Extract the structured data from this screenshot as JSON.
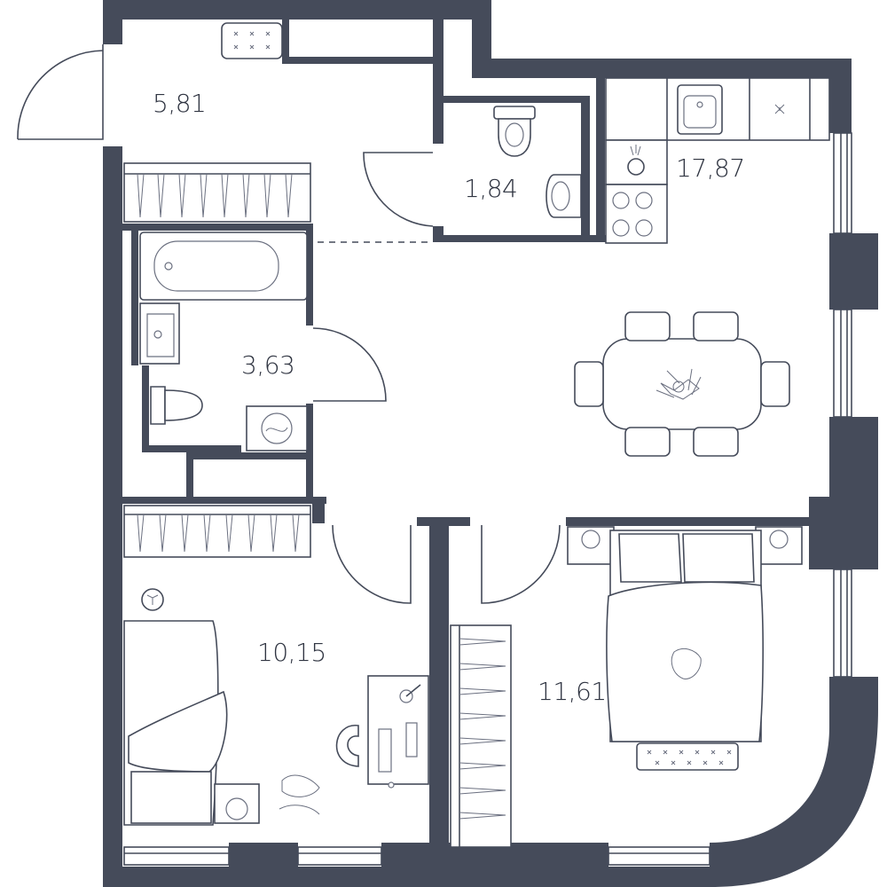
{
  "plan": {
    "rooms": [
      {
        "id": "hall",
        "area": "5,81"
      },
      {
        "id": "wc",
        "area": "1,84"
      },
      {
        "id": "kitchen-living",
        "area": "17,87"
      },
      {
        "id": "bathroom",
        "area": "3,63"
      },
      {
        "id": "bedroom-small",
        "area": "10,15"
      },
      {
        "id": "bedroom-master",
        "area": "11,61"
      }
    ],
    "colors": {
      "wall": "#454b5a",
      "line": "#454b5a",
      "background": "#ffffff",
      "text": "#2f3441"
    }
  }
}
